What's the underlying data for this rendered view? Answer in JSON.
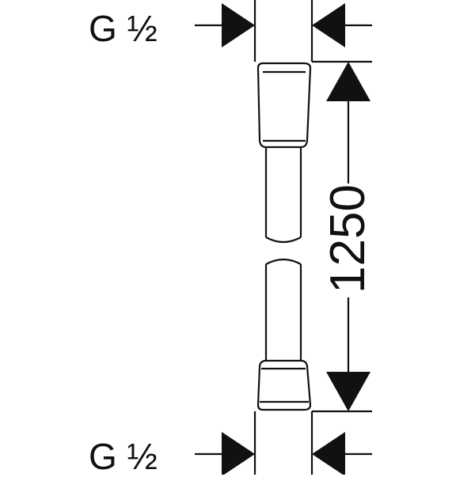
{
  "diagram": {
    "top_thread_label": "G ½",
    "bottom_thread_label": "G ½",
    "length_dimension": "1250",
    "line_color": "#111111",
    "background_color": "#ffffff"
  }
}
